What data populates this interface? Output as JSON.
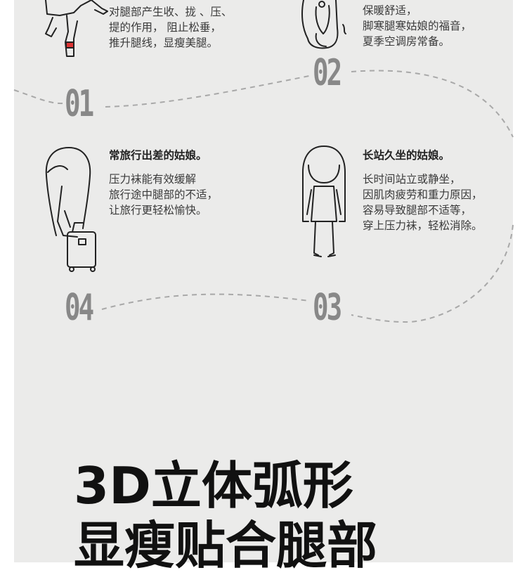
{
  "steps": [
    {
      "number": "01",
      "lines": [
        "对腿部产生收、拢 、压、",
        "提的作用， 阻止松垂，",
        "推升腿线，显瘦美腿。"
      ]
    },
    {
      "number": "02",
      "lines": [
        "保暖舒适，",
        "脚寒腿寒姑娘的福音，",
        "夏季空调房常备。"
      ]
    },
    {
      "number": "03",
      "title": "长站久坐的姑娘。",
      "lines": [
        "长时间站立或静坐，",
        "因肌肉疲劳和重力原因，",
        "容易导致腿部不适等，",
        "穿上压力袜，轻松消除。"
      ]
    },
    {
      "number": "04",
      "title": "常旅行出差的姑娘。",
      "lines": [
        "压力袜能有效缓解",
        "旅行途中腿部的不适，",
        "让旅行更轻松愉快。"
      ]
    }
  ],
  "headline": {
    "line1": "3D立体弧形",
    "line2": "显瘦贴合腿部"
  },
  "colors": {
    "panel": "#ebebea",
    "number": "#888888",
    "dash": "#a8a8a8"
  }
}
